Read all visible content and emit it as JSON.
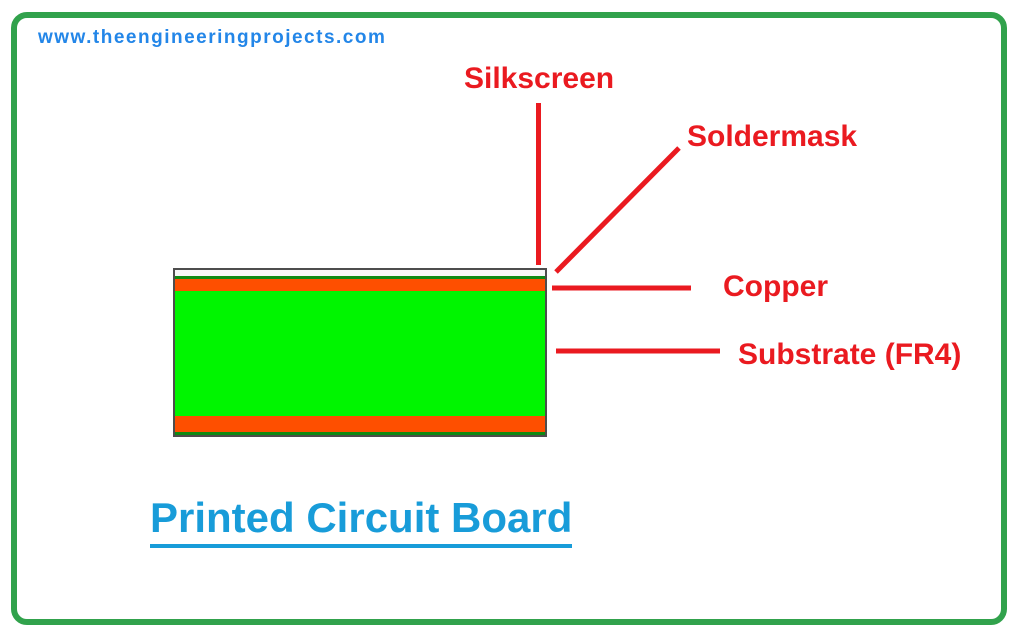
{
  "watermark": {
    "url": "www.theengineeringprojects.com"
  },
  "caption": {
    "title": "Printed Circuit Board"
  },
  "labels": {
    "silkscreen": "Silkscreen",
    "soldermask": "Soldermask",
    "copper": "Copper",
    "substrate": "Substrate (FR4)"
  },
  "board": {
    "outline_color": "#4d4d4d",
    "layers": [
      {
        "name": "silkscreen",
        "color": "#f7f7f7"
      },
      {
        "name": "soldermask-top",
        "color": "#0f8a12"
      },
      {
        "name": "copper-top",
        "color": "#fe4f00"
      },
      {
        "name": "substrate",
        "color": "#00f500"
      },
      {
        "name": "copper-bottom",
        "color": "#fe4f00"
      },
      {
        "name": "soldermask-bottom",
        "color": "#0f8a12"
      }
    ]
  },
  "colors": {
    "label_red": "#ea1a20",
    "border_green": "#31a24c",
    "url_blue": "#2386e8",
    "title_blue": "#189cd9"
  }
}
